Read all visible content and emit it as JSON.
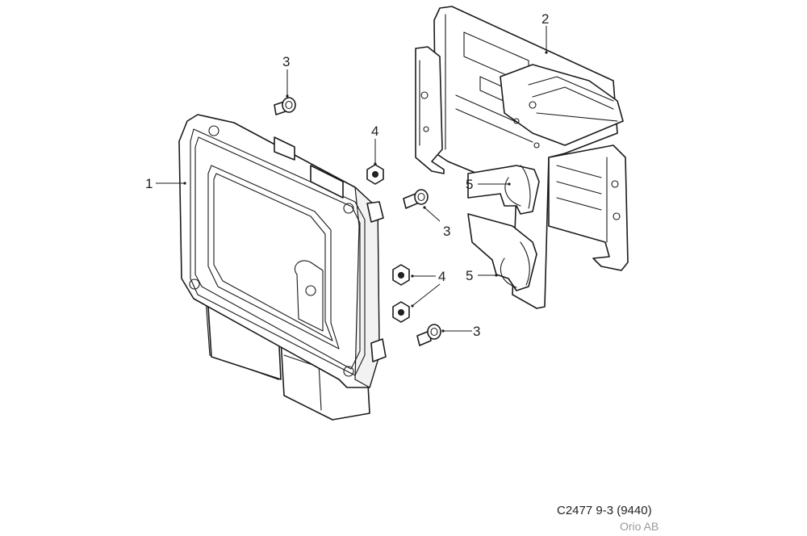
{
  "callouts": [
    {
      "id": "c1",
      "label": "1"
    },
    {
      "id": "c2",
      "label": "2"
    },
    {
      "id": "c3a",
      "label": "3"
    },
    {
      "id": "c3b",
      "label": "3"
    },
    {
      "id": "c3c",
      "label": "3"
    },
    {
      "id": "c4a",
      "label": "4"
    },
    {
      "id": "c4b",
      "label": "4"
    },
    {
      "id": "c5a",
      "label": "5"
    },
    {
      "id": "c5b",
      "label": "5"
    }
  ],
  "caption": {
    "reference": "C2477 9-3 (9440)",
    "company": "Orio AB"
  },
  "colors": {
    "line": "#1a1a1a",
    "caption_secondary": "#9a9a9a"
  }
}
